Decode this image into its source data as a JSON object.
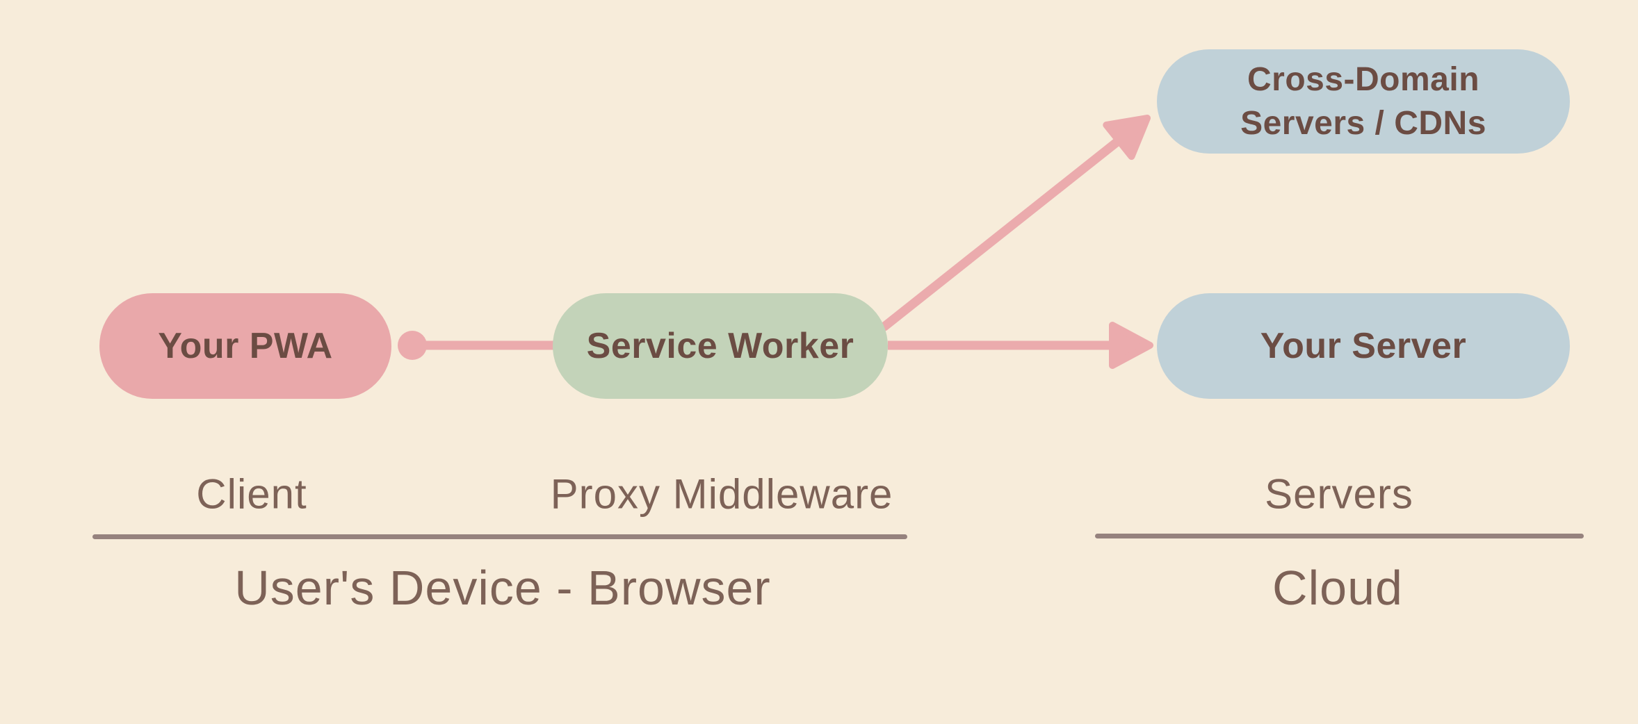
{
  "diagram": {
    "nodes": {
      "pwa": {
        "label": "Your PWA"
      },
      "service_worker": {
        "label": "Service Worker"
      },
      "cross_domain": {
        "label_lines": [
          "Cross-Domain",
          "Servers / CDNs"
        ]
      },
      "your_server": {
        "label": "Your Server"
      }
    },
    "zone_labels": {
      "client": "Client",
      "proxy": "Proxy Middleware",
      "servers": "Servers"
    },
    "group_labels": {
      "device": "User's Device - Browser",
      "cloud": "Cloud"
    },
    "colors": {
      "background": "#f7ecda",
      "pwa_pill": "#e9a8aa",
      "service_worker_pill": "#c3d3b9",
      "server_pill": "#c0d1d8",
      "arrow": "#ebabad",
      "node_text": "#6b4c43",
      "label_text": "#7d6257",
      "rule": "#96827e"
    }
  }
}
